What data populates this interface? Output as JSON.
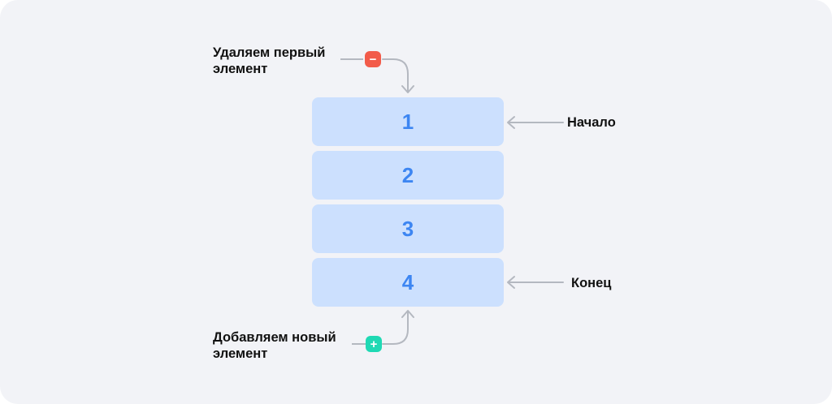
{
  "queue": {
    "items": [
      "1",
      "2",
      "3",
      "4"
    ]
  },
  "labels": {
    "remove_line1": "Удаляем первый",
    "remove_line2": "элемент",
    "add_line1": "Добавляем новый",
    "add_line2": "элемент",
    "start": "Начало",
    "end": "Конец"
  },
  "badges": {
    "remove_symbol": "−",
    "add_symbol": "+"
  },
  "colors": {
    "cell_fill": "#cce0fe",
    "cell_text": "#3d86f2",
    "remove_badge": "#f25b4a",
    "add_badge": "#1fd9b4",
    "connector": "#b4b8c0"
  }
}
